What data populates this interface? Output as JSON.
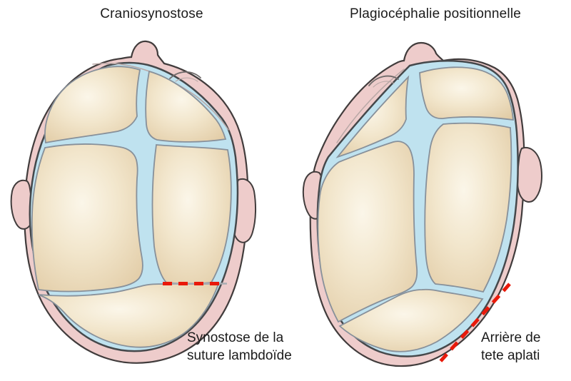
{
  "figure_type": "medical-diagram",
  "panels": {
    "left": {
      "title": "Craniosynostose",
      "caption_line1": "Synostose de la",
      "caption_line2": "suture lambdoïde",
      "marker": "red-dashed-line-on-fused-right-lambdoid-suture"
    },
    "right": {
      "title": "Plagiocéphalie positionnelle",
      "caption_line1": "Arrière de",
      "caption_line2": "tete aplati",
      "marker": "red-dashed-line-along-flattened-back-of-head"
    }
  },
  "colors": {
    "skin": "#eecccb",
    "skin-outline": "#413c3c",
    "skull-outline": "#45484b",
    "suture": "#bfe2ef",
    "bone-outline": "#87909a",
    "bone-light": "#fbf6e9",
    "bone-mid": "#f2e6cc",
    "bone-edge": "#e0c9a2",
    "fused-gray": "#a8adb2",
    "marker-red": "#e9190a",
    "crease": "#b9a8a6",
    "fold-dark": "#6f6a6a",
    "text": "#1b1b1b"
  }
}
